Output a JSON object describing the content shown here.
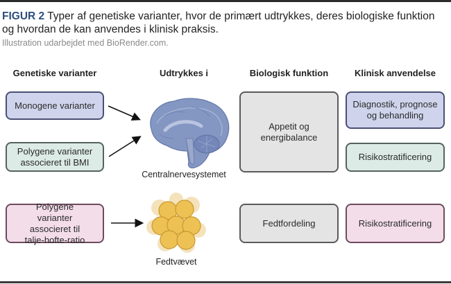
{
  "caption": {
    "figure_label": "FIGUR 2",
    "text": " Typer af genetiske varianter, hvor de primært udtrykkes, deres biologiske funktion og hvordan de kan anvendes i klinisk praksis.",
    "credit": "Illustration udarbejdet med BioRender.com."
  },
  "columns": {
    "genetic": "Genetiske varianter",
    "expressed": "Udtrykkes i",
    "function": "Biologisk funktion",
    "clinical": "Klinisk anvendelse"
  },
  "variants": [
    {
      "label": "Monogene varianter",
      "color": "#cfd4ec"
    },
    {
      "label": "Polygene varianter associeret til BMI",
      "color": "#dcebe6"
    },
    {
      "label": "Polygene varianter associeret til talje-hofte-ratio",
      "color": "#f3dde9"
    }
  ],
  "tissues": [
    {
      "label": "Centralnervesystemet",
      "icon": "brain-icon"
    },
    {
      "label": "Fedtvævet",
      "icon": "adipose-tissue-icon"
    }
  ],
  "functions": [
    {
      "label": "Appetit og energibalance"
    },
    {
      "label": "Fedtfordeling"
    }
  ],
  "clinical": [
    {
      "label": "Diagnostik, prognose og behandling",
      "color": "#cfd4ec"
    },
    {
      "label": "Risikostratificering",
      "color": "#dcebe6"
    },
    {
      "label": "Risikostratificering",
      "color": "#f3dde9"
    }
  ]
}
